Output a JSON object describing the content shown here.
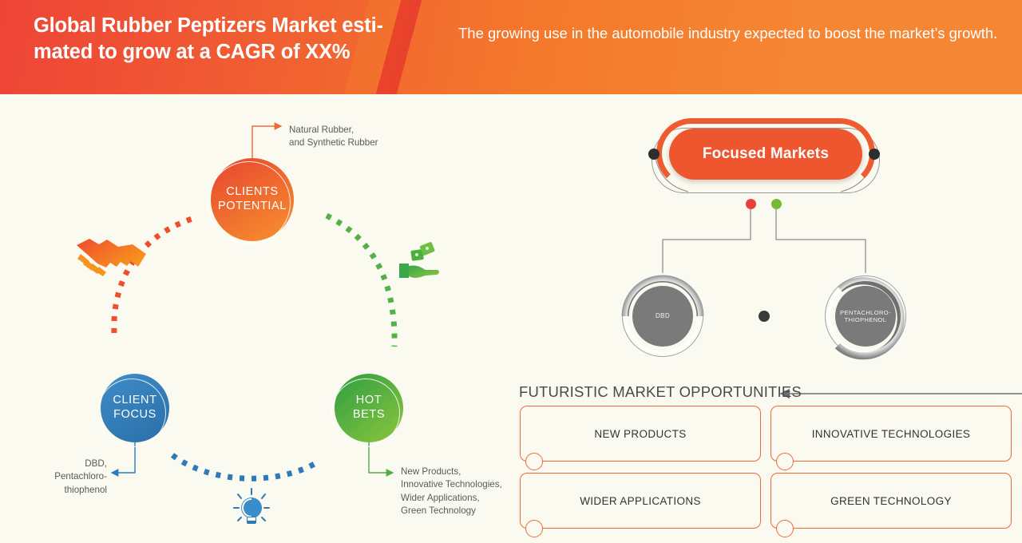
{
  "header": {
    "title": "Global Rubber Peptizers Market esti-mated to grow at a CAGR of XX%",
    "subtitle": "The growing use in the automobile industry expected to boost the market’s growth.",
    "accent_start": "#EE4436",
    "accent_end": "#F58634"
  },
  "left_diagram": {
    "bubbles": [
      {
        "id": "clients-potential",
        "label": "CLIENTS\nPOTENTIAL",
        "color_start": "#E8452F",
        "color_end": "#F7922E"
      },
      {
        "id": "client-focus",
        "label": "CLIENT\nFOCUS",
        "color_start": "#2F7FBF",
        "color_end": "#2E79B8"
      },
      {
        "id": "hot-bets",
        "label": "HOT\nBETS",
        "color_start": "#3AA94A",
        "color_end": "#7DC242"
      }
    ],
    "callouts": [
      {
        "id": "clients-potential-note",
        "text": "Natural Rubber,\nand Synthetic Rubber"
      },
      {
        "id": "client-focus-note",
        "text": "DBD,\nPentachloro-\nthiophenol"
      },
      {
        "id": "hot-bets-note",
        "text": "New Products,\nInnovative Technologies,\nWider Applications,\nGreen Technology"
      }
    ],
    "icons": [
      {
        "id": "handshake-icon",
        "color": "#F0682F"
      },
      {
        "id": "money-in-hand-icon",
        "color": "#4FA94D"
      },
      {
        "id": "lightbulb-icon",
        "color": "#2E79B8"
      }
    ]
  },
  "right_diagram": {
    "focused_markets_label": "Focused Markets",
    "pill_color": "#EE5630",
    "connector_dots": [
      {
        "id": "red-node",
        "color": "#E8403A"
      },
      {
        "id": "green-node",
        "color": "#79B834"
      }
    ],
    "nodes": [
      {
        "id": "dbd-node",
        "label": "DBD"
      },
      {
        "id": "pentachlorothiophenol-node",
        "label": "PENTACHLORO-\nTHIOPHENOL"
      }
    ],
    "center_dot_color": "#3A3A3A"
  },
  "opportunities": {
    "title": "FUTURISTIC MARKET OPPORTUNITIES",
    "accent": "#EE6A3A",
    "cards": [
      {
        "id": "new-products",
        "label": "NEW PRODUCTS"
      },
      {
        "id": "innovative-technologies",
        "label": "INNOVATIVE TECHNOLOGIES"
      },
      {
        "id": "wider-applications",
        "label": "WIDER APPLICATIONS"
      },
      {
        "id": "green-technology",
        "label": "GREEN TECHNOLOGY"
      }
    ]
  }
}
